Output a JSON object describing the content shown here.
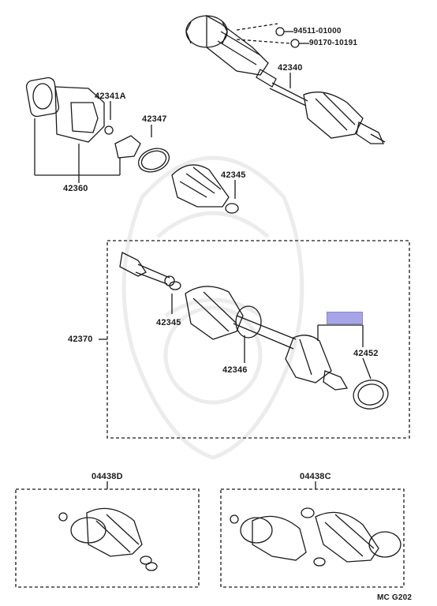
{
  "labels": {
    "p94511": "94511-01000",
    "p90170": "90170-10191",
    "p42340": "42340",
    "p42341a": "42341A",
    "p42347": "42347",
    "p42345a": "42345",
    "p42360": "42360",
    "p42370": "42370",
    "p42345b": "42345",
    "p42346": "42346",
    "p42452": "42452",
    "p04438d": "04438D",
    "p04438c": "04438C",
    "code": "MC  G202"
  },
  "colors": {
    "line": "#1a1a1a",
    "highlight": "#a8a4e8",
    "watermark": "#efefef"
  }
}
